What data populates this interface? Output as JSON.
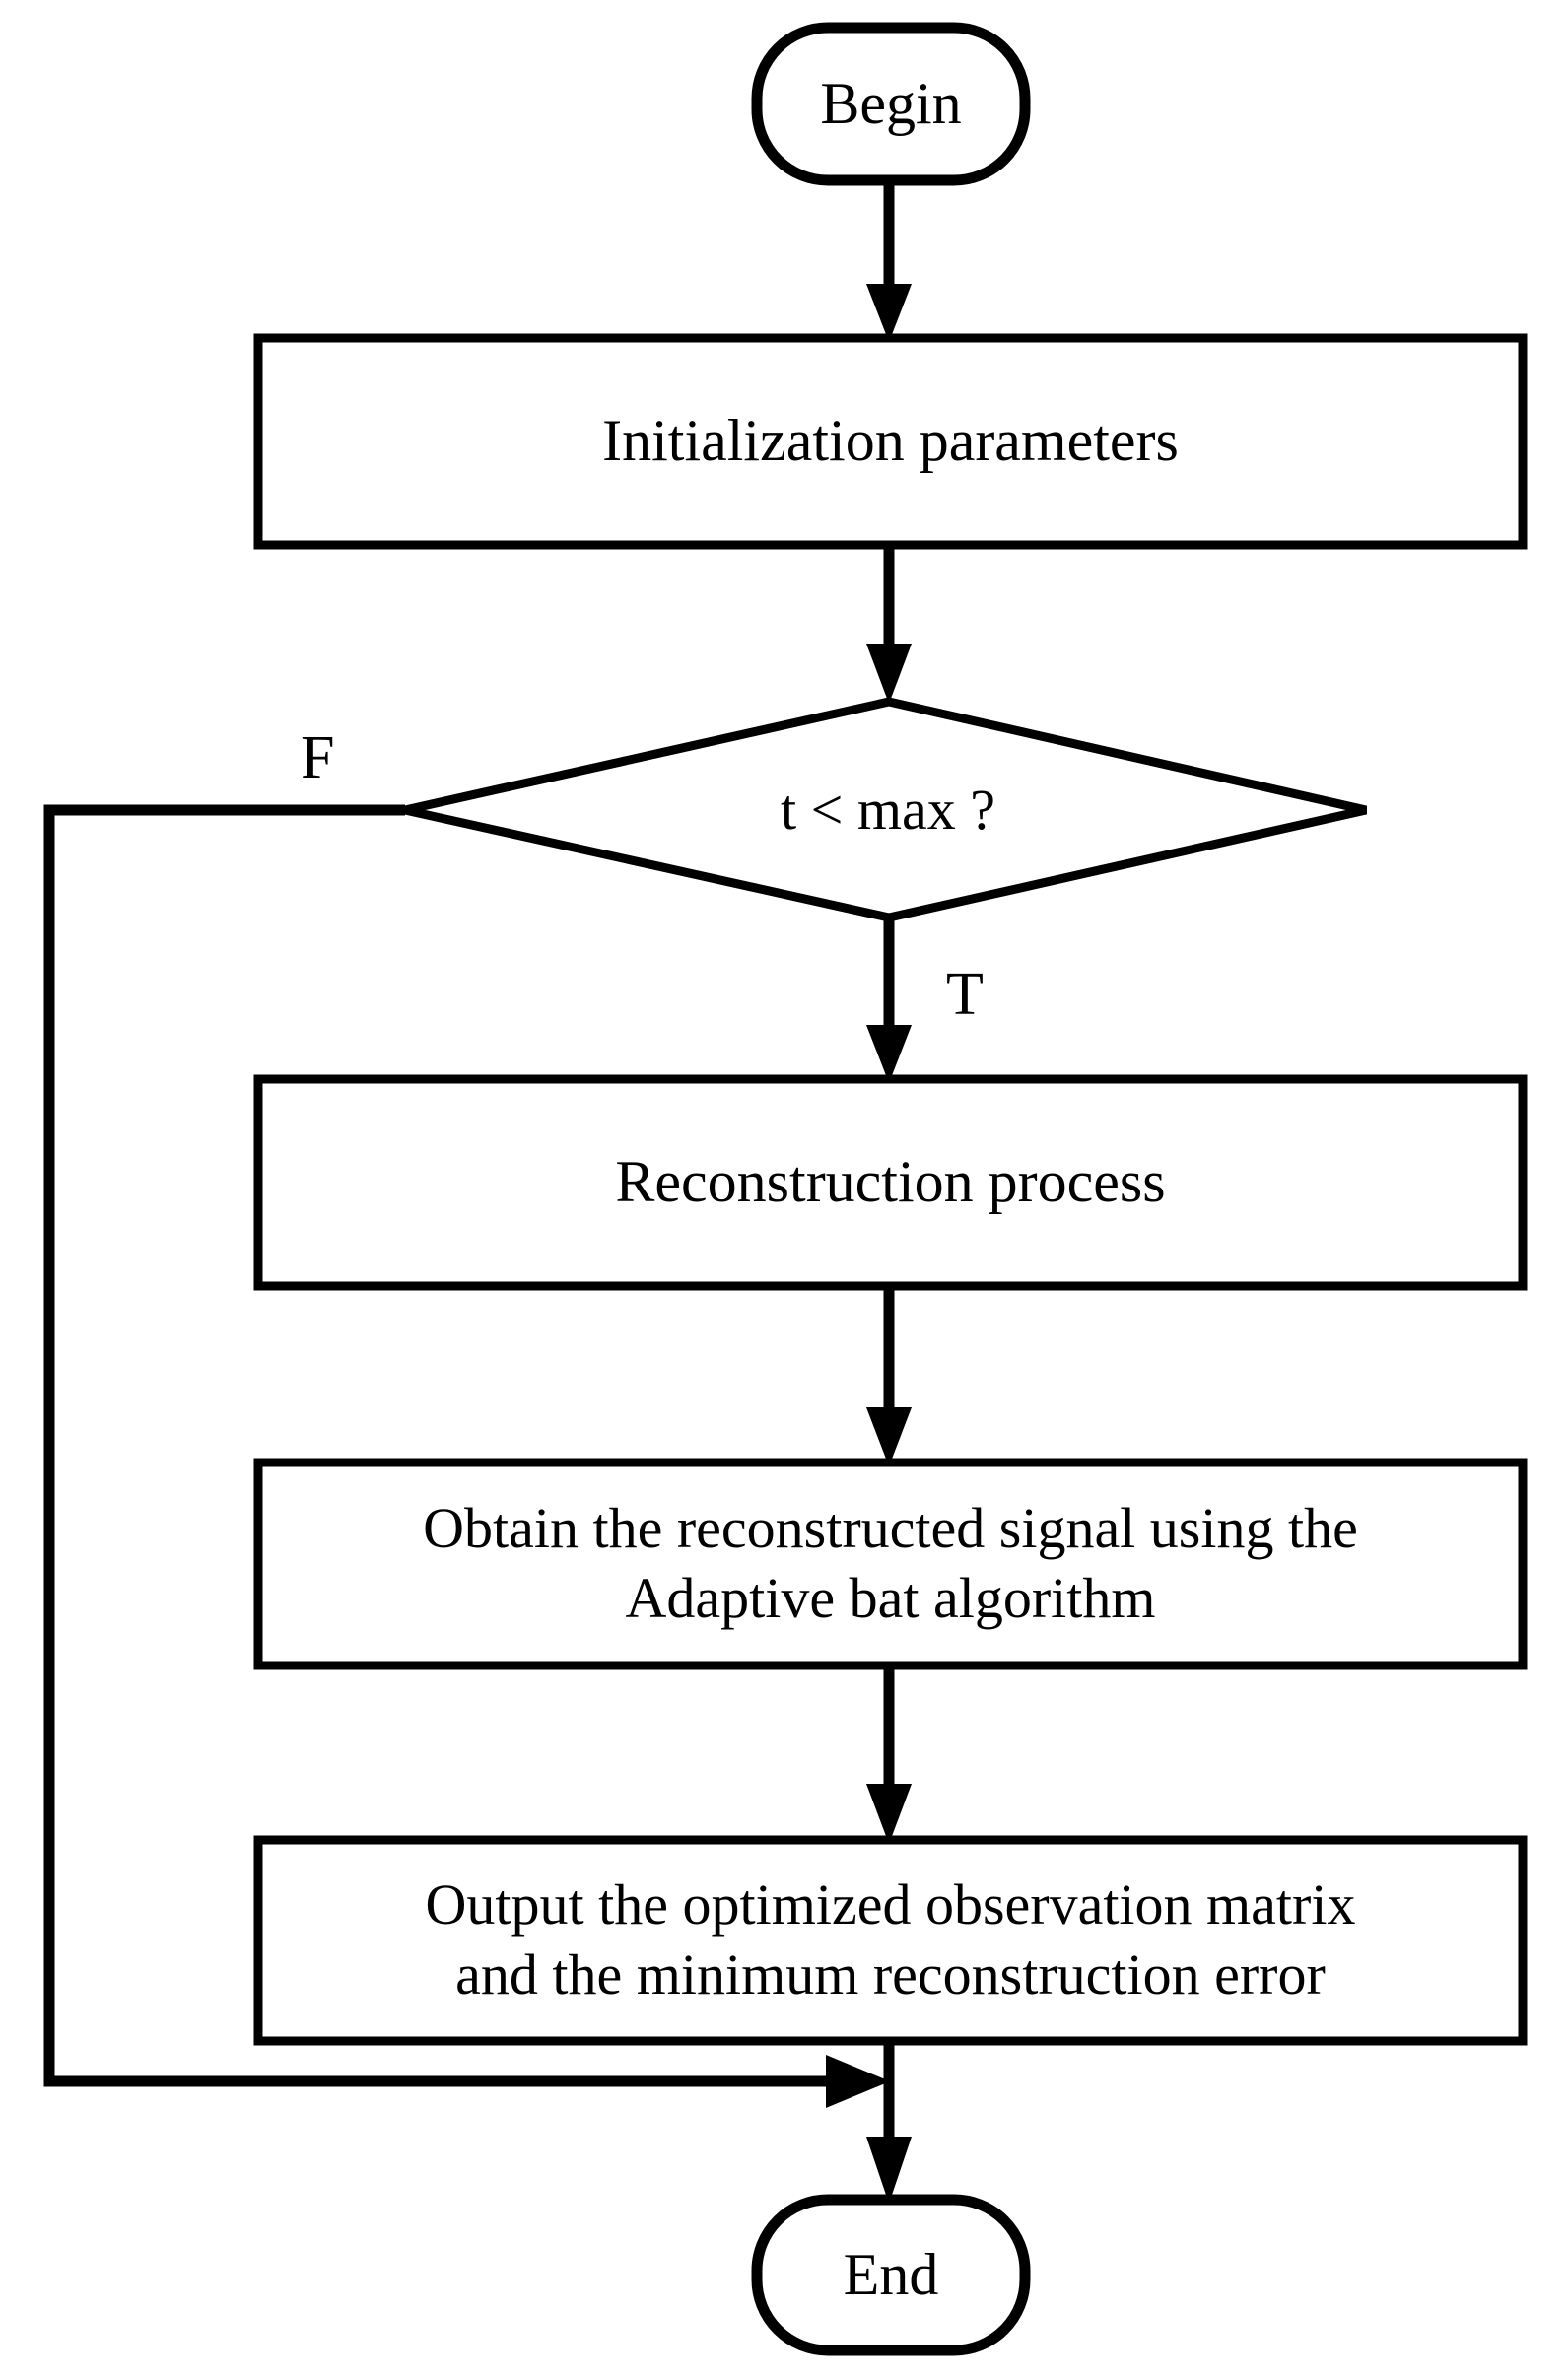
{
  "diagram": {
    "type": "flowchart",
    "title": "Adaptive bat algorithm reconstruction flowchart",
    "background_color": "#ffffff",
    "stroke_color": "#000000",
    "fill_color": "#ffffff",
    "nodes": [
      {
        "id": "begin",
        "shape": "terminator",
        "label": "Begin"
      },
      {
        "id": "init",
        "shape": "process",
        "label": "Initialization parameters"
      },
      {
        "id": "decision",
        "shape": "decision",
        "label": "t < max ?"
      },
      {
        "id": "reconstruction",
        "shape": "process",
        "label": "Reconstruction process"
      },
      {
        "id": "obtain",
        "shape": "process",
        "label": "Obtain the reconstructed signal using the\nAdaptive bat algorithm"
      },
      {
        "id": "output",
        "shape": "process",
        "label": "Output the optimized observation matrix\nand the minimum reconstruction error"
      },
      {
        "id": "end",
        "shape": "terminator",
        "label": "End"
      }
    ],
    "edge_labels": {
      "false_branch": "F",
      "true_branch": "T"
    }
  }
}
